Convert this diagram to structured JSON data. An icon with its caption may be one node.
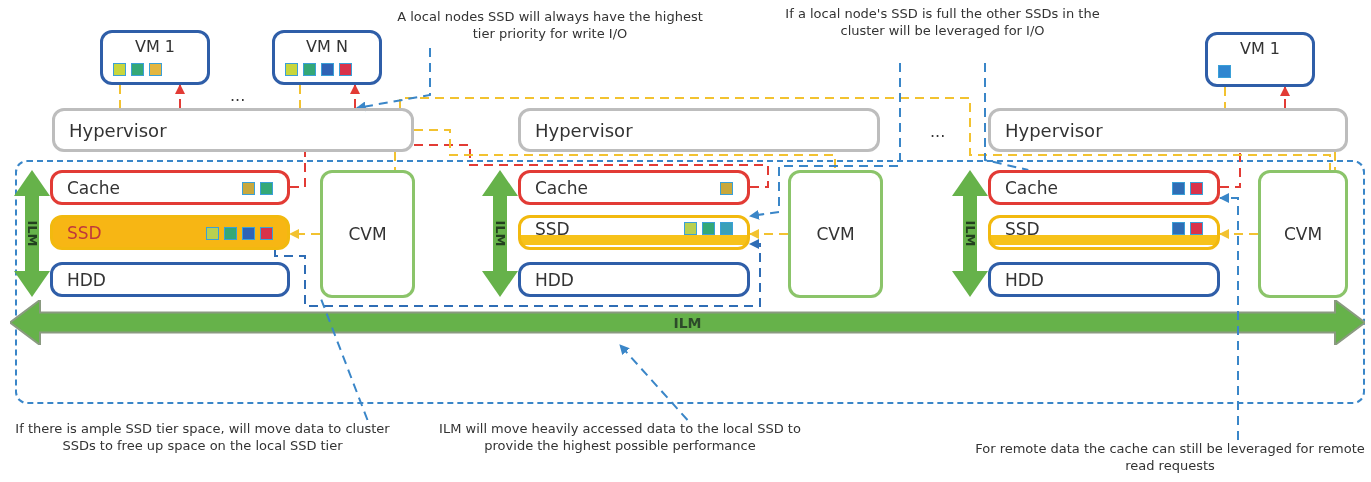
{
  "diagram": {
    "nodes": [
      {
        "text": [
          "VM 1"
        ]
      },
      {
        "text": [
          "VM N"
        ]
      },
      {
        "text": [
          "VM 1"
        ]
      },
      {
        "text": [
          "Hypervisor"
        ]
      },
      {
        "text": [
          "Hypervisor"
        ]
      },
      {
        "text": [
          "Hypervisor"
        ]
      },
      {
        "text": [
          "Cache"
        ]
      },
      {
        "text": [
          "SSD"
        ]
      },
      {
        "text": [
          "HDD"
        ]
      },
      {
        "text": [
          "CVM"
        ]
      },
      {
        "text": [
          "Cache"
        ]
      },
      {
        "text": [
          "SSD"
        ]
      },
      {
        "text": [
          "HDD"
        ]
      },
      {
        "text": [
          "CVM"
        ]
      },
      {
        "text": [
          "Cache"
        ]
      },
      {
        "text": [
          "SSD"
        ]
      },
      {
        "text": [
          "HDD"
        ]
      },
      {
        "text": [
          "CVM"
        ]
      },
      {
        "text": [
          "ILM"
        ]
      },
      {
        "text": [
          "A local nodes SSD will always have the highest tier priority for write I/O"
        ]
      },
      {
        "text": [
          "If a local node's SSD is full the other SSDs in the cluster will be leveraged for I/O"
        ]
      },
      {
        "text": [
          "If there is ample SSD tier space, will move data to cluster SSDs to free up space on the local SSD tier"
        ]
      },
      {
        "text": [
          "ILM will move heavily accessed data to the local SSD to provide the highest possible performance"
        ]
      },
      {
        "text": [
          "For remote data the cache can still be leveraged for remote read requests"
        ]
      }
    ],
    "edges": [
      {
        "from": 3,
        "to": 0,
        "arrow": "to",
        "style": "dashed",
        "color": "#e23b35"
      },
      {
        "from": 3,
        "to": 1,
        "arrow": "to",
        "style": "dashed",
        "color": "#e23b35"
      },
      {
        "from": 6,
        "to": 3,
        "arrow": "none",
        "style": "dashed",
        "color": "#e23b35"
      },
      {
        "from": 10,
        "to": 3,
        "arrow": "none",
        "style": "dashed",
        "color": "#e23b35"
      },
      {
        "from": 5,
        "to": 2,
        "arrow": "to",
        "style": "dashed",
        "color": "#e23b35"
      },
      {
        "from": 14,
        "to": 5,
        "arrow": "none",
        "style": "dashed",
        "color": "#e23b35"
      },
      {
        "from": 0,
        "to": 3,
        "arrow": "none",
        "style": "dashed",
        "color": "#f2c230"
      },
      {
        "from": 1,
        "to": 3,
        "arrow": "none",
        "style": "dashed",
        "color": "#f2c230"
      },
      {
        "from": 3,
        "to": 9,
        "arrow": "none",
        "style": "dashed",
        "color": "#f2c230"
      },
      {
        "from": 9,
        "to": 7,
        "arrow": "to",
        "style": "dashed",
        "color": "#f2c230"
      },
      {
        "from": 3,
        "to": 13,
        "arrow": "none",
        "style": "dashed",
        "color": "#f2c230"
      },
      {
        "from": 13,
        "to": 11,
        "arrow": "to",
        "style": "dashed",
        "color": "#f2c230"
      },
      {
        "from": 3,
        "to": 17,
        "arrow": "none",
        "style": "dashed",
        "color": "#f2c230"
      },
      {
        "from": 2,
        "to": 5,
        "arrow": "none",
        "style": "dashed",
        "color": "#f2c230"
      },
      {
        "from": 5,
        "to": 17,
        "arrow": "none",
        "style": "dashed",
        "color": "#f2c230"
      },
      {
        "from": 17,
        "to": 15,
        "arrow": "to",
        "style": "dashed",
        "color": "#f2c230"
      },
      {
        "from": 7,
        "to": 11,
        "arrow": "to",
        "style": "dashed",
        "color": "#2f6db5"
      },
      {
        "from": 19,
        "to": 3,
        "arrow": "to",
        "style": "dashed",
        "color": "#3a86c8"
      },
      {
        "from": 20,
        "to": 11,
        "arrow": "to",
        "style": "dashed",
        "color": "#3a86c8"
      },
      {
        "from": 20,
        "to": 14,
        "arrow": "none",
        "style": "dashed",
        "color": "#3a86c8"
      },
      {
        "from": 21,
        "to": 9,
        "arrow": "none",
        "style": "dashed",
        "color": "#3a86c8"
      },
      {
        "from": 22,
        "to": 18,
        "arrow": "to",
        "style": "dashed",
        "color": "#3a86c8"
      },
      {
        "from": 23,
        "to": 14,
        "arrow": "to",
        "style": "dashed",
        "color": "#3a86c8"
      },
      {
        "from": 6,
        "to": 8,
        "arrow": "both",
        "label": "ILM",
        "style": "thick",
        "color": "#66b24a"
      },
      {
        "from": 10,
        "to": 12,
        "arrow": "both",
        "label": "ILM",
        "style": "thick",
        "color": "#66b24a"
      },
      {
        "from": 14,
        "to": 16,
        "arrow": "both",
        "label": "ILM",
        "style": "thick",
        "color": "#66b24a"
      }
    ],
    "labels": [
      "...",
      "..."
    ]
  }
}
